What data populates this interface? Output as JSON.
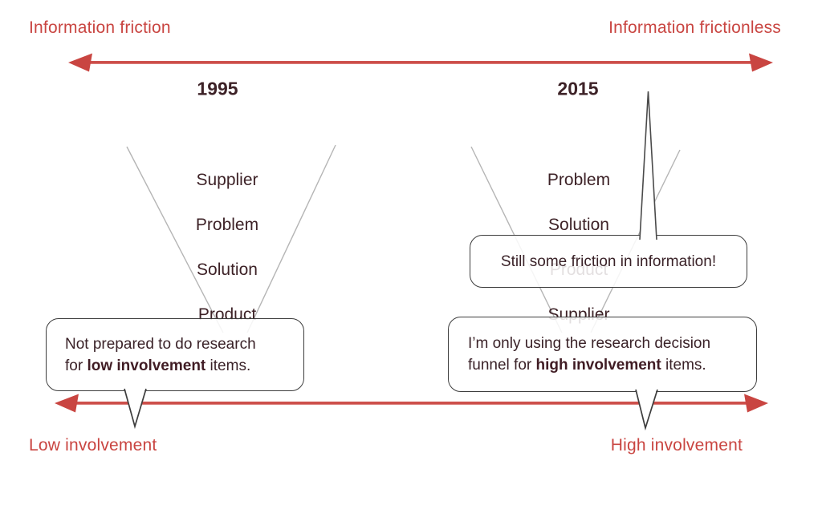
{
  "colors": {
    "arrow_red": "#c94541",
    "dark_text": "#3d2227",
    "funnel_line_gray": "#b5b5b5",
    "bubble_border": "#3d3d3d"
  },
  "top_axis": {
    "left_label": "Information friction",
    "right_label": "Information frictionless"
  },
  "bottom_axis": {
    "left_label": "Low involvement",
    "right_label": "High involvement"
  },
  "funnels": [
    {
      "year": "1995",
      "stages": [
        "Supplier",
        "Problem",
        "Solution",
        "Product"
      ]
    },
    {
      "year": "2015",
      "stages": [
        "Problem",
        "Solution",
        "Product",
        "Supplier"
      ]
    }
  ],
  "bubbles": {
    "friction": {
      "text": "Still some friction in information!"
    },
    "low": {
      "line1": "Not prepared to do research",
      "line2_pre": "for ",
      "line2_bold": "low involvement",
      "line2_post": " items."
    },
    "high": {
      "line1": "I’m only using the research decision",
      "line2_pre": "funnel for ",
      "line2_bold": "high involvement",
      "line2_post": " items."
    }
  }
}
